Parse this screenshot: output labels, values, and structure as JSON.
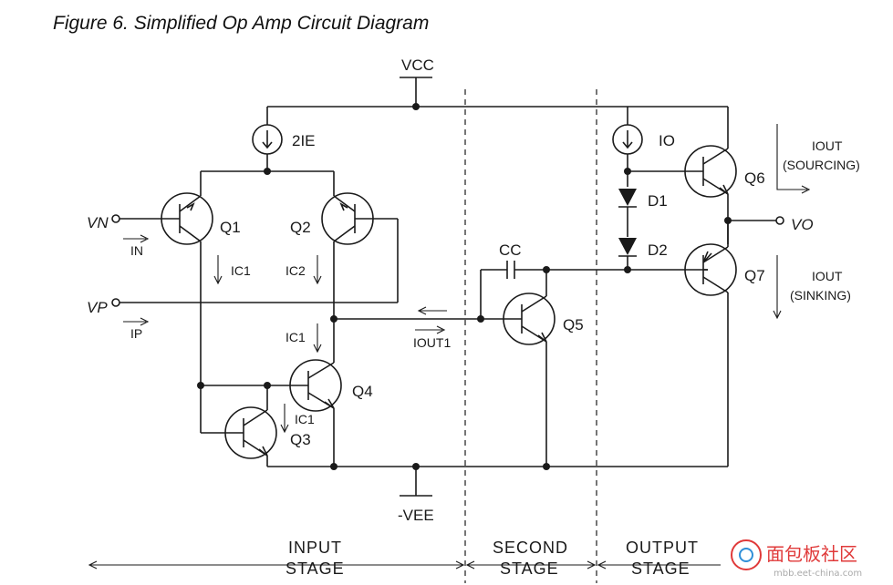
{
  "title": "Figure 6. Simplified Op Amp Circuit Diagram",
  "rails": {
    "vcc": "VCC",
    "vee": "-VEE"
  },
  "inputs": {
    "vn": "VN",
    "vp": "VP",
    "in": "IN",
    "ip": "IP"
  },
  "output": {
    "vo": "VO"
  },
  "transistors": [
    "Q1",
    "Q2",
    "Q3",
    "Q4",
    "Q5",
    "Q6",
    "Q7"
  ],
  "diodes": [
    "D1",
    "D2"
  ],
  "sources": {
    "two_ie": "2IE",
    "io": "IO"
  },
  "capacitor": "CC",
  "currents": {
    "ic1": "IC1",
    "ic2": "IC2",
    "iout1": "IOUT1",
    "iout": "IOUT",
    "sourcing": "(SOURCING)",
    "sinking": "(SINKING)"
  },
  "stages": [
    {
      "line1": "INPUT",
      "line2": "STAGE"
    },
    {
      "line1": "SECOND",
      "line2": "STAGE"
    },
    {
      "line1": "OUTPUT",
      "line2": "STAGE"
    }
  ],
  "watermark": {
    "brand": "面包板社区",
    "url": "mbb.eet-china.com"
  }
}
